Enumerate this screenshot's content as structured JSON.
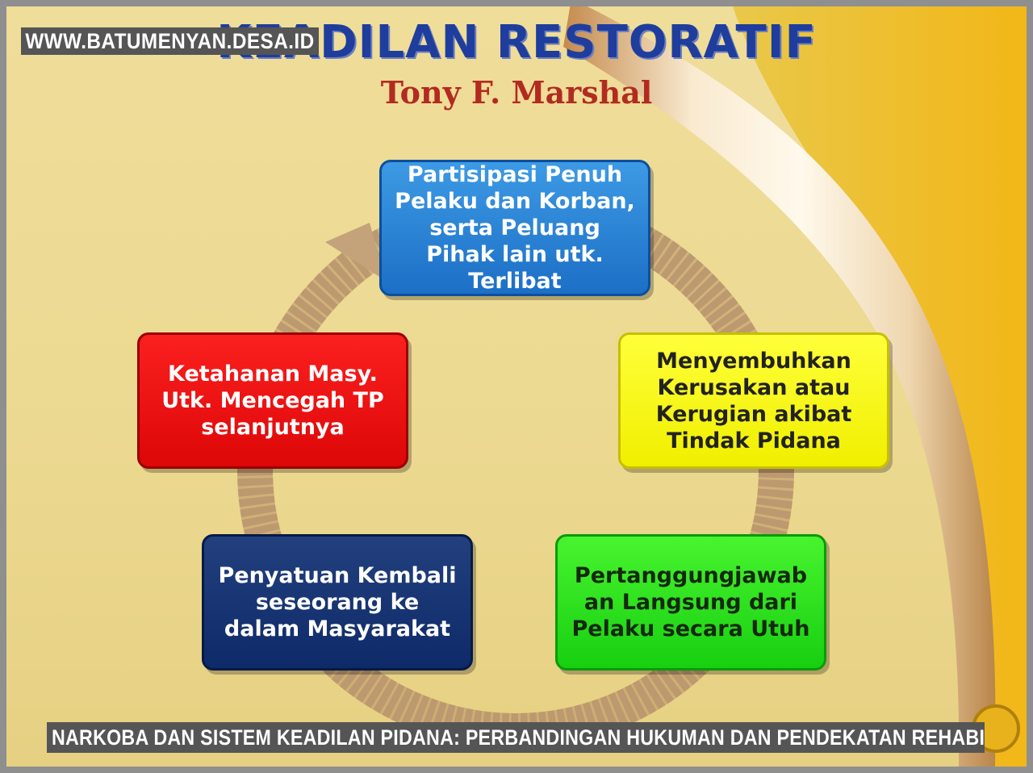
{
  "watermark": "WWW.BATUMENYAN.DESA.ID",
  "diagram": {
    "title": "KEADILAN RESTORATIF",
    "subtitle": "Tony F. Marshal",
    "nodes": [
      {
        "id": "partisipasi",
        "text": "Partisipasi Penuh\nPelaku dan Korban,\nserta Peluang\nPihak lain utk.\nTerlibat",
        "color": "#1c6fc6"
      },
      {
        "id": "menyembuhkan",
        "text": "Menyembuhkan\nKerusakan atau\nKerugian akibat\nTindak Pidana",
        "color": "#f0ef00"
      },
      {
        "id": "pertanggungjawaban",
        "text": "Pertanggungjawab\nan Langsung dari\nPelaku secara Utuh",
        "color": "#17cf10"
      },
      {
        "id": "penyatuan",
        "text": "Penyatuan Kembali\nseseorang ke\ndalam Masyarakat",
        "color": "#0e2a68"
      },
      {
        "id": "ketahanan",
        "text": "Ketahanan Masy.\nUtk. Mencegah TP\nselanjutnya",
        "color": "#dd0707"
      }
    ],
    "cycle_arrow_color": "#c4a27a"
  },
  "caption": "NARKOBA DAN SISTEM KEADILAN PIDANA: PERBANDINGAN HUKUMAN DAN PENDEKATAN REHABILITASI"
}
